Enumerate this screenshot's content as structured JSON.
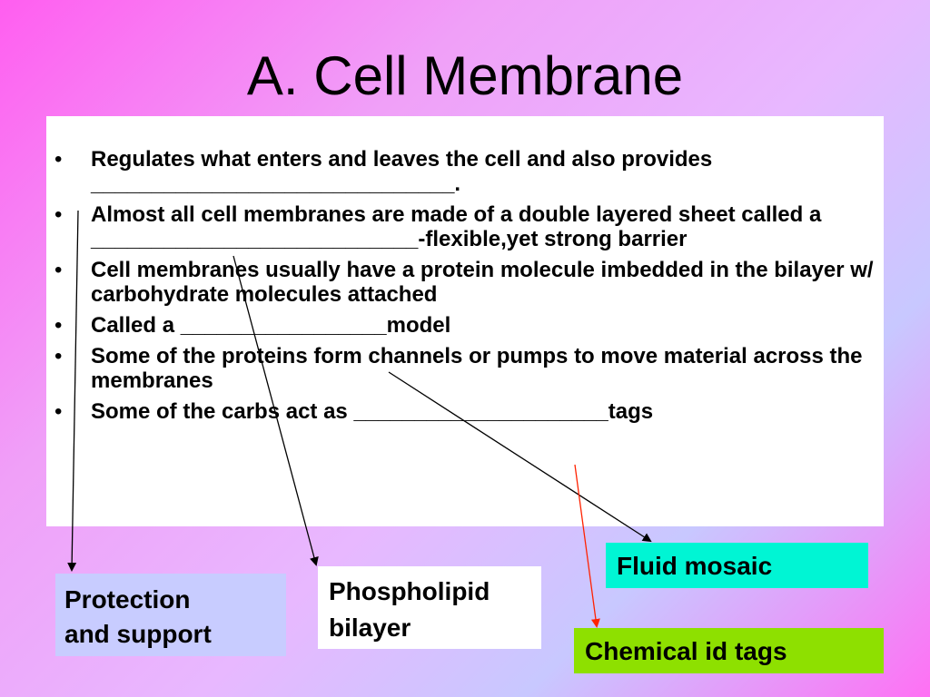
{
  "slide": {
    "title": "A. Cell Membrane"
  },
  "bullets": [
    {
      "symbol": "•",
      "text": "Regulates what enters and leaves the cell and also provides ______________________________."
    },
    {
      "symbol": "•",
      "text": "Almost all cell membranes are made of a double layered sheet called a ___________________________-flexible,yet strong barrier"
    },
    {
      "symbol": "•",
      "text": "Cell membranes usually have a protein molecule imbedded in the bilayer w/ carbohydrate molecules attached"
    },
    {
      "symbol": "•",
      "text": "Called a _________________model"
    },
    {
      "symbol": "•",
      "text": "Some of the proteins form channels or pumps to move material across the membranes"
    },
    {
      "symbol": "•",
      "text": "Some of the carbs act as _____________________tags"
    }
  ],
  "answers": {
    "protection": {
      "line1": "Protection",
      "line2": "and support",
      "color": "#c8ccff"
    },
    "phospholipid": {
      "line1": "Phospholipid",
      "line2": "bilayer",
      "color": "#ffffff"
    },
    "fluid_mosaic": {
      "text": "Fluid mosaic",
      "color": "#00f5d4"
    },
    "chemical_tags": {
      "text": "Chemical id tags",
      "color": "#8ee000"
    }
  },
  "arrow_colors": {
    "default": "#000000",
    "chemical": "#ff2200"
  }
}
